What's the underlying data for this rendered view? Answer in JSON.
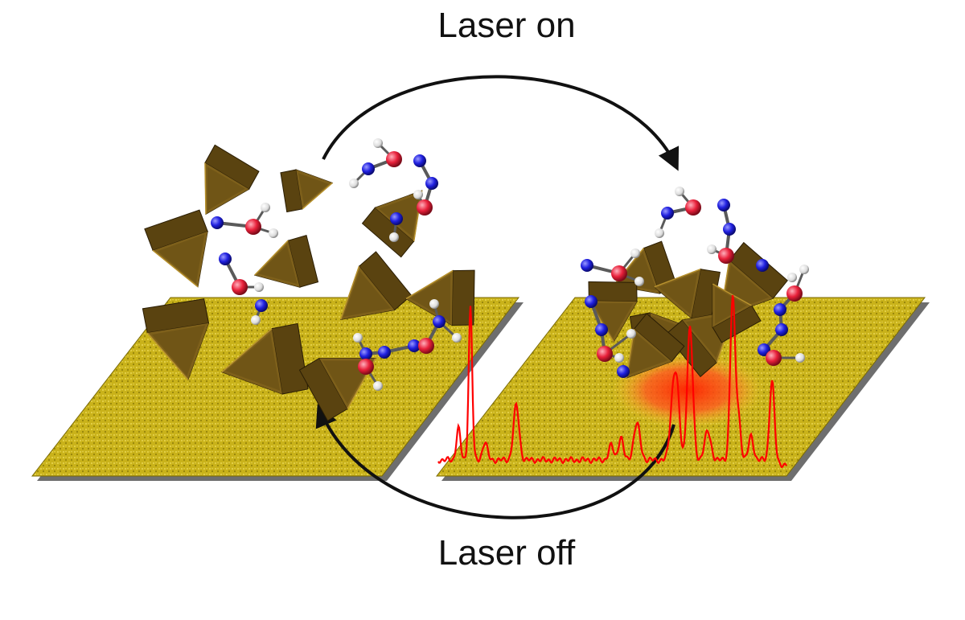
{
  "labels": {
    "top": "Laser on",
    "bottom": "Laser off"
  },
  "colors": {
    "substrate": "#c9b21a",
    "substrate_dark": "#8c7a08",
    "particle_light": "#8a6a1e",
    "particle_dark": "#3e2c08",
    "atom_blue": "#2020e0",
    "atom_red": "#e8203a",
    "atom_white": "#e8e8e8",
    "bond": "#555555",
    "spectrum": "#ff0000",
    "arrow": "#111111"
  },
  "icons": [
    "clockwise-arrow-top",
    "clockwise-arrow-bottom",
    "gold-substrate",
    "molecule",
    "nanoparticle",
    "raman-spectrum",
    "laser-spot"
  ]
}
